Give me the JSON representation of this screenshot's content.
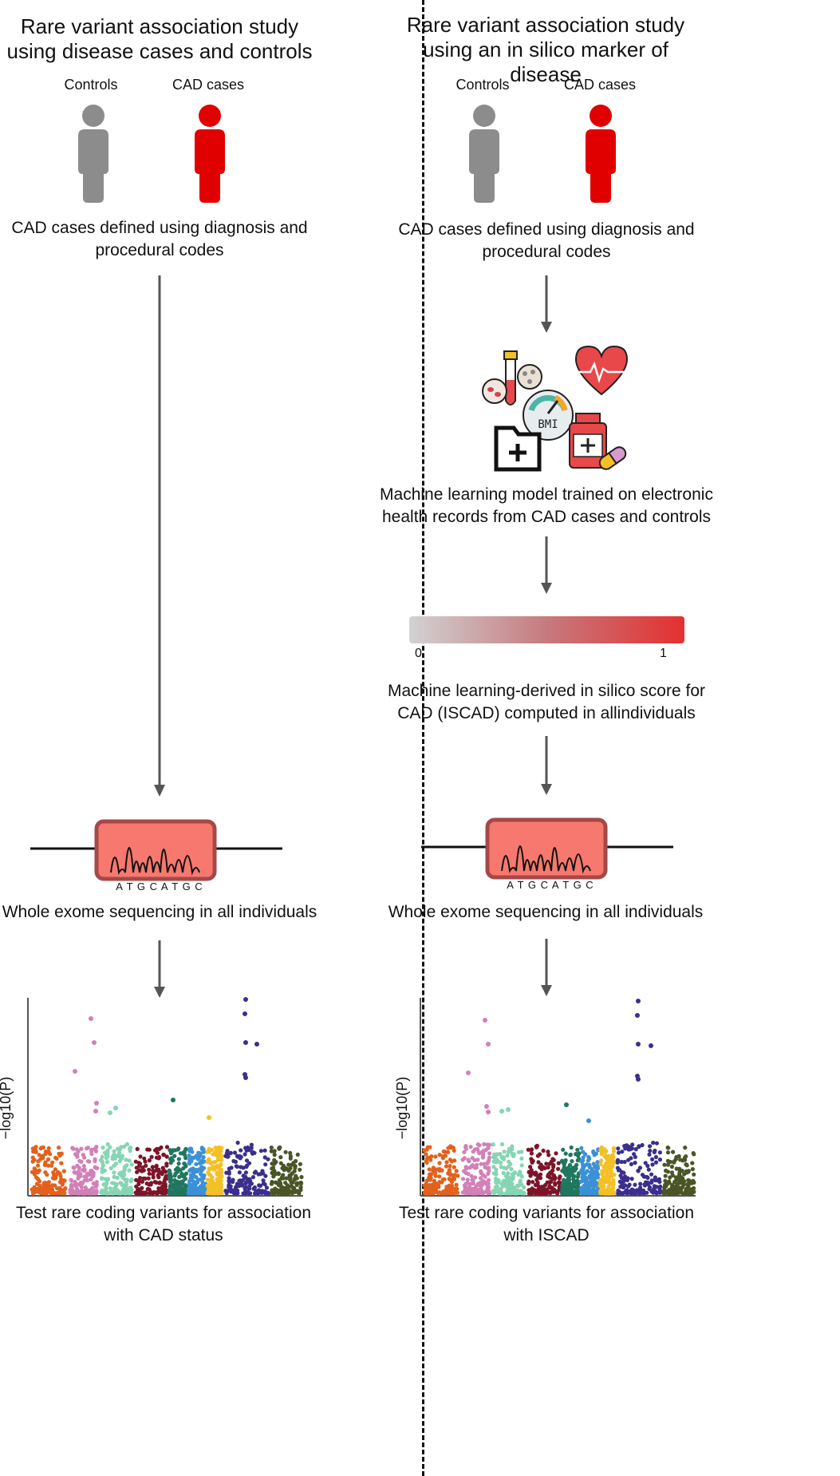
{
  "left": {
    "title": "Rare variant association study using disease cases and controls",
    "controls_label": "Controls",
    "cases_label": "CAD cases",
    "cases_caption": "CAD cases defined using diagnosis and procedural codes",
    "sequence_letters": "A T G C A T G C",
    "wes_caption": "Whole exome sequencing in all individuals",
    "y_axis_label": "−log10(P)",
    "plot_caption": "Test rare coding variants for association with CAD status"
  },
  "right": {
    "title": "Rare variant association study using an in silico marker of disease",
    "controls_label": "Controls",
    "cases_label": "CAD cases",
    "cases_caption": "CAD cases defined using diagnosis and procedural codes",
    "ehr_icon_text": "BMI",
    "ml_caption": "Machine learning model trained on electronic health records from CAD cases and controls",
    "scale_min": "0",
    "scale_max": "1",
    "score_caption": "Machine learning-derived in silico score for CAD (ISCAD) computed in allindividuals",
    "sequence_letters": "A T G C A T G C",
    "wes_caption": "Whole exome sequencing in all individuals",
    "y_axis_label": "−log10(P)",
    "plot_caption": "Test rare coding variants for association with ISCAD"
  },
  "colors": {
    "control_person": "#8c8c8c",
    "case_person": "#e00000",
    "sequence_box_fill": "#f7786e",
    "sequence_box_border": "#a54848",
    "arrow": "#555555",
    "chromosome_colors": [
      "#e2611c",
      "#d280b8",
      "#86d5b3",
      "#7d1428",
      "#20765f",
      "#3b90d6",
      "#f5c025",
      "#3a2f8d",
      "#4a5526"
    ]
  }
}
